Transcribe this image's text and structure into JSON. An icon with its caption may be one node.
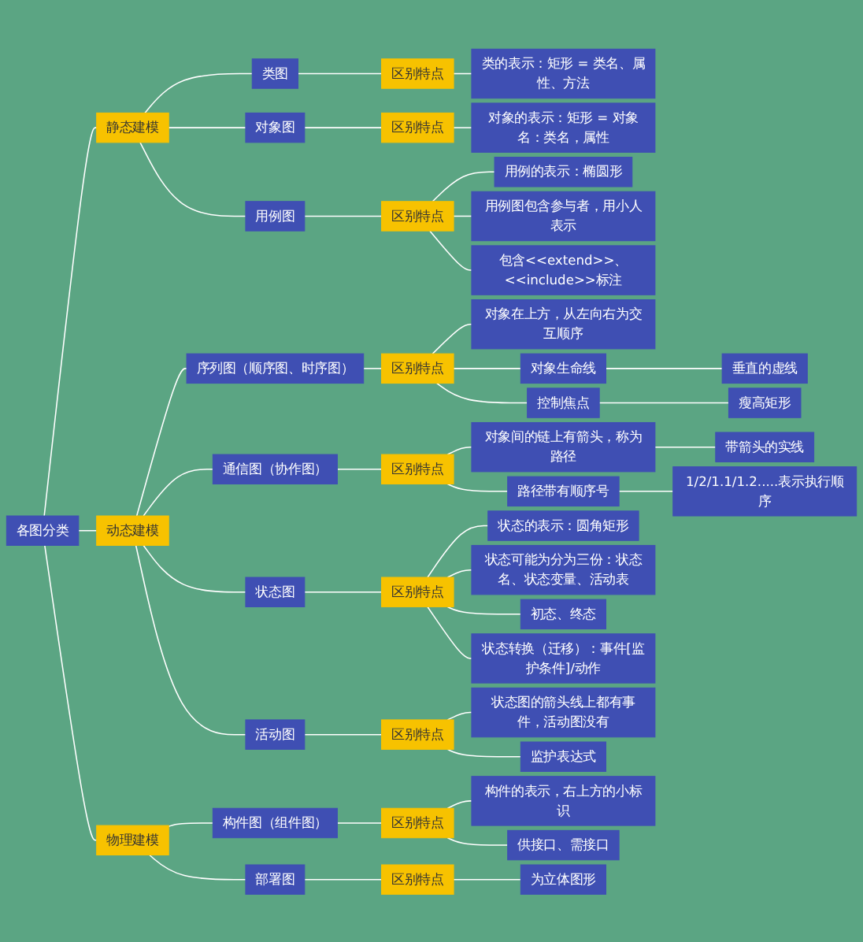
{
  "diagram": {
    "nodes": [
      {
        "text": [
          "各图分类"
        ]
      },
      {
        "text": [
          "静态建模"
        ]
      },
      {
        "text": [
          "类图"
        ]
      },
      {
        "text": [
          "区别特点"
        ]
      },
      {
        "text": [
          "类的表示：矩形 = 类名、属性、方法"
        ]
      },
      {
        "text": [
          "对象图"
        ]
      },
      {
        "text": [
          "区别特点"
        ]
      },
      {
        "text": [
          "对象的表示：矩形 = 对象名：类名，属性"
        ]
      },
      {
        "text": [
          "用例图"
        ]
      },
      {
        "text": [
          "区别特点"
        ]
      },
      {
        "text": [
          "用例的表示：椭圆形"
        ]
      },
      {
        "text": [
          "用例图包含参与者，用小人表示"
        ]
      },
      {
        "text": [
          "包含<<extend>>、<<include>>标注"
        ]
      },
      {
        "text": [
          "动态建模"
        ]
      },
      {
        "text": [
          "序列图（顺序图、时序图）"
        ]
      },
      {
        "text": [
          "区别特点"
        ]
      },
      {
        "text": [
          "对象在上方，从左向右为交互顺序"
        ]
      },
      {
        "text": [
          "对象生命线"
        ]
      },
      {
        "text": [
          "垂直的虚线"
        ]
      },
      {
        "text": [
          "控制焦点"
        ]
      },
      {
        "text": [
          "瘦高矩形"
        ]
      },
      {
        "text": [
          "通信图（协作图）"
        ]
      },
      {
        "text": [
          "区别特点"
        ]
      },
      {
        "text": [
          "对象间的链上有箭头，称为路径"
        ]
      },
      {
        "text": [
          "带箭头的实线"
        ]
      },
      {
        "text": [
          "路径带有顺序号"
        ]
      },
      {
        "text": [
          "1/2/1.1/1.2.....表示执行顺序"
        ]
      },
      {
        "text": [
          "状态图"
        ]
      },
      {
        "text": [
          "区别特点"
        ]
      },
      {
        "text": [
          "状态的表示：圆角矩形"
        ]
      },
      {
        "text": [
          "状态可能为分为三份：状态名、状态变量、活动表"
        ]
      },
      {
        "text": [
          "初态、终态"
        ]
      },
      {
        "text": [
          "状态转换（迁移）：事件[监护条件]/动作"
        ]
      },
      {
        "text": [
          "活动图"
        ]
      },
      {
        "text": [
          "区别特点"
        ]
      },
      {
        "text": [
          "状态图的箭头线上都有事件，活动图没有"
        ]
      },
      {
        "text": [
          "监护表达式"
        ]
      },
      {
        "text": [
          "物理建模"
        ]
      },
      {
        "text": [
          "构件图（组件图）"
        ]
      },
      {
        "text": [
          "区别特点"
        ]
      },
      {
        "text": [
          "构件的表示，右上方的小标识"
        ]
      },
      {
        "text": [
          "供接口、需接口"
        ]
      },
      {
        "text": [
          "部署图"
        ]
      },
      {
        "text": [
          "区别特点"
        ]
      },
      {
        "text": [
          "为立体图形"
        ]
      }
    ],
    "edges": [
      {
        "from": 0,
        "to": 1,
        "arrow": "none"
      },
      {
        "from": 1,
        "to": 2,
        "arrow": "none"
      },
      {
        "from": 2,
        "to": 3,
        "arrow": "none"
      },
      {
        "from": 3,
        "to": 4,
        "arrow": "none"
      },
      {
        "from": 1,
        "to": 5,
        "arrow": "none"
      },
      {
        "from": 5,
        "to": 6,
        "arrow": "none"
      },
      {
        "from": 6,
        "to": 7,
        "arrow": "none"
      },
      {
        "from": 1,
        "to": 8,
        "arrow": "none"
      },
      {
        "from": 8,
        "to": 9,
        "arrow": "none"
      },
      {
        "from": 9,
        "to": 10,
        "arrow": "none"
      },
      {
        "from": 9,
        "to": 11,
        "arrow": "none"
      },
      {
        "from": 9,
        "to": 12,
        "arrow": "none"
      },
      {
        "from": 0,
        "to": 13,
        "arrow": "none"
      },
      {
        "from": 13,
        "to": 14,
        "arrow": "none"
      },
      {
        "from": 14,
        "to": 15,
        "arrow": "none"
      },
      {
        "from": 15,
        "to": 16,
        "arrow": "none"
      },
      {
        "from": 15,
        "to": 17,
        "arrow": "none"
      },
      {
        "from": 17,
        "to": 18,
        "arrow": "none"
      },
      {
        "from": 15,
        "to": 19,
        "arrow": "none"
      },
      {
        "from": 19,
        "to": 20,
        "arrow": "none"
      },
      {
        "from": 13,
        "to": 21,
        "arrow": "none"
      },
      {
        "from": 21,
        "to": 22,
        "arrow": "none"
      },
      {
        "from": 22,
        "to": 23,
        "arrow": "none"
      },
      {
        "from": 23,
        "to": 24,
        "arrow": "none"
      },
      {
        "from": 22,
        "to": 25,
        "arrow": "none"
      },
      {
        "from": 25,
        "to": 26,
        "arrow": "none"
      },
      {
        "from": 13,
        "to": 27,
        "arrow": "none"
      },
      {
        "from": 27,
        "to": 28,
        "arrow": "none"
      },
      {
        "from": 28,
        "to": 29,
        "arrow": "none"
      },
      {
        "from": 28,
        "to": 30,
        "arrow": "none"
      },
      {
        "from": 28,
        "to": 31,
        "arrow": "none"
      },
      {
        "from": 28,
        "to": 32,
        "arrow": "none"
      },
      {
        "from": 13,
        "to": 33,
        "arrow": "none"
      },
      {
        "from": 33,
        "to": 34,
        "arrow": "none"
      },
      {
        "from": 34,
        "to": 35,
        "arrow": "none"
      },
      {
        "from": 34,
        "to": 36,
        "arrow": "none"
      },
      {
        "from": 0,
        "to": 37,
        "arrow": "none"
      },
      {
        "from": 37,
        "to": 38,
        "arrow": "none"
      },
      {
        "from": 38,
        "to": 39,
        "arrow": "none"
      },
      {
        "from": 39,
        "to": 40,
        "arrow": "none"
      },
      {
        "from": 39,
        "to": 41,
        "arrow": "none"
      },
      {
        "from": 37,
        "to": 42,
        "arrow": "none"
      },
      {
        "from": 42,
        "to": 43,
        "arrow": "none"
      },
      {
        "from": 43,
        "to": 44,
        "arrow": "none"
      }
    ]
  }
}
